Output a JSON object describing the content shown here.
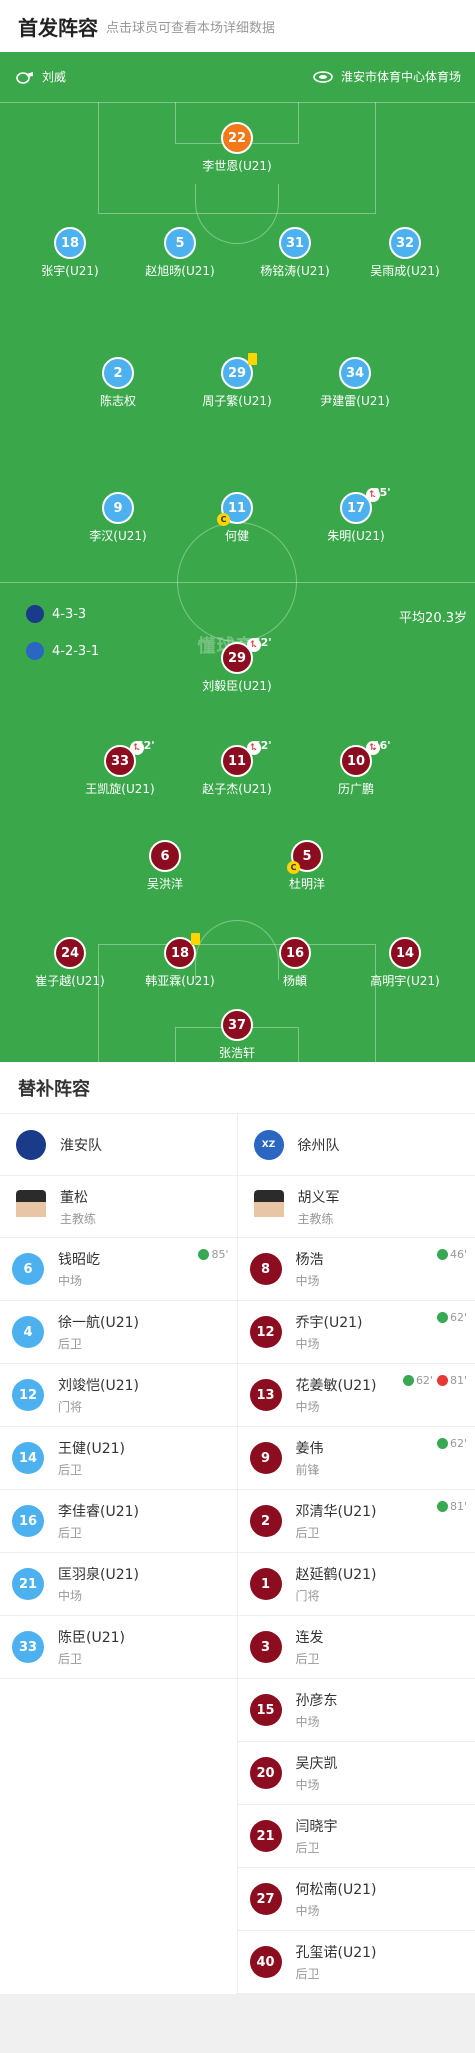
{
  "header": {
    "title": "首发阵容",
    "subtitle": "点击球员可查看本场详细数据"
  },
  "pitch": {
    "referee": "刘威",
    "venue": "淮安市体育中心体育场",
    "watermark": "懂球帝",
    "home_formation": "4-3-3",
    "away_formation": "4-2-3-1",
    "avg_age": "平均20.3岁"
  },
  "home_players": [
    {
      "num": "22",
      "name": "李世恩(U21)",
      "kit": "orange"
    },
    {
      "num": "18",
      "name": "张宇(U21)",
      "kit": "blue"
    },
    {
      "num": "5",
      "name": "赵旭旸(U21)",
      "kit": "blue"
    },
    {
      "num": "31",
      "name": "杨铭涛(U21)",
      "kit": "blue"
    },
    {
      "num": "32",
      "name": "吴雨成(U21)",
      "kit": "blue"
    },
    {
      "num": "2",
      "name": "陈志权",
      "kit": "blue"
    },
    {
      "num": "29",
      "name": "周子繁(U21)",
      "kit": "blue",
      "yellow": true
    },
    {
      "num": "34",
      "name": "尹建雷(U21)",
      "kit": "blue"
    },
    {
      "num": "9",
      "name": "李汉(U21)",
      "kit": "blue"
    },
    {
      "num": "11",
      "name": "何健",
      "kit": "blue",
      "captain": "C"
    },
    {
      "num": "17",
      "name": "朱明(U21)",
      "kit": "blue",
      "sub_time": "85'"
    }
  ],
  "away_players": [
    {
      "num": "29",
      "name": "刘毅臣(U21)",
      "kit": "red",
      "sub_time": "62'"
    },
    {
      "num": "33",
      "name": "王凯旋(U21)",
      "kit": "red",
      "sub_time": "62'"
    },
    {
      "num": "11",
      "name": "赵子杰(U21)",
      "kit": "red",
      "sub_time": "62'"
    },
    {
      "num": "10",
      "name": "历广鹏",
      "kit": "red",
      "sub_time": "46'"
    },
    {
      "num": "6",
      "name": "吴洪洋",
      "kit": "red"
    },
    {
      "num": "5",
      "name": "杜明洋",
      "kit": "red",
      "captain": "C"
    },
    {
      "num": "24",
      "name": "崔子越(U21)",
      "kit": "red"
    },
    {
      "num": "18",
      "name": "韩亚霖(U21)",
      "kit": "red",
      "yellow": true
    },
    {
      "num": "16",
      "name": "杨頔",
      "kit": "red"
    },
    {
      "num": "14",
      "name": "高明宇(U21)",
      "kit": "red"
    },
    {
      "num": "37",
      "name": "张浩轩",
      "kit": "red"
    }
  ],
  "subs": {
    "title": "替补阵容",
    "home": {
      "team": "淮安队",
      "coach": {
        "name": "董松",
        "role": "主教练"
      },
      "players": [
        {
          "num": "6",
          "name": "钱昭屹",
          "pos": "中场",
          "in": "85'"
        },
        {
          "num": "4",
          "name": "徐一航(U21)",
          "pos": "后卫"
        },
        {
          "num": "12",
          "name": "刘竣恺(U21)",
          "pos": "门将"
        },
        {
          "num": "14",
          "name": "王健(U21)",
          "pos": "后卫"
        },
        {
          "num": "16",
          "name": "李佳睿(U21)",
          "pos": "后卫"
        },
        {
          "num": "21",
          "name": "匡羽泉(U21)",
          "pos": "中场"
        },
        {
          "num": "33",
          "name": "陈臣(U21)",
          "pos": "后卫"
        }
      ]
    },
    "away": {
      "team": "徐州队",
      "crest_text": "XZ",
      "coach": {
        "name": "胡义军",
        "role": "主教练"
      },
      "players": [
        {
          "num": "8",
          "name": "杨浩",
          "pos": "中场",
          "in": "46'"
        },
        {
          "num": "12",
          "name": "乔宇(U21)",
          "pos": "中场",
          "in": "62'"
        },
        {
          "num": "13",
          "name": "花姜敏(U21)",
          "pos": "中场",
          "in": "62'",
          "out": "81'"
        },
        {
          "num": "9",
          "name": "姜伟",
          "pos": "前锋",
          "in": "62'"
        },
        {
          "num": "2",
          "name": "邓清华(U21)",
          "pos": "后卫",
          "in": "81'"
        },
        {
          "num": "1",
          "name": "赵延鹤(U21)",
          "pos": "门将"
        },
        {
          "num": "3",
          "name": "连发",
          "pos": "后卫"
        },
        {
          "num": "15",
          "name": "孙彦东",
          "pos": "中场"
        },
        {
          "num": "20",
          "name": "吴庆凯",
          "pos": "中场"
        },
        {
          "num": "21",
          "name": "闫晓宇",
          "pos": "后卫"
        },
        {
          "num": "27",
          "name": "何松南(U21)",
          "pos": "中场"
        },
        {
          "num": "40",
          "name": "孔玺诺(U21)",
          "pos": "后卫"
        }
      ]
    }
  },
  "colors": {
    "pitch": "#3aa84a",
    "home": "#4db1ef",
    "away": "#8b0d1f",
    "gk_home": "#f07a1b"
  },
  "icons": {
    "whistle": "whistle-icon",
    "stadium": "stadium-icon",
    "sub_in": "sub-in-icon",
    "sub_out": "sub-out-icon"
  }
}
